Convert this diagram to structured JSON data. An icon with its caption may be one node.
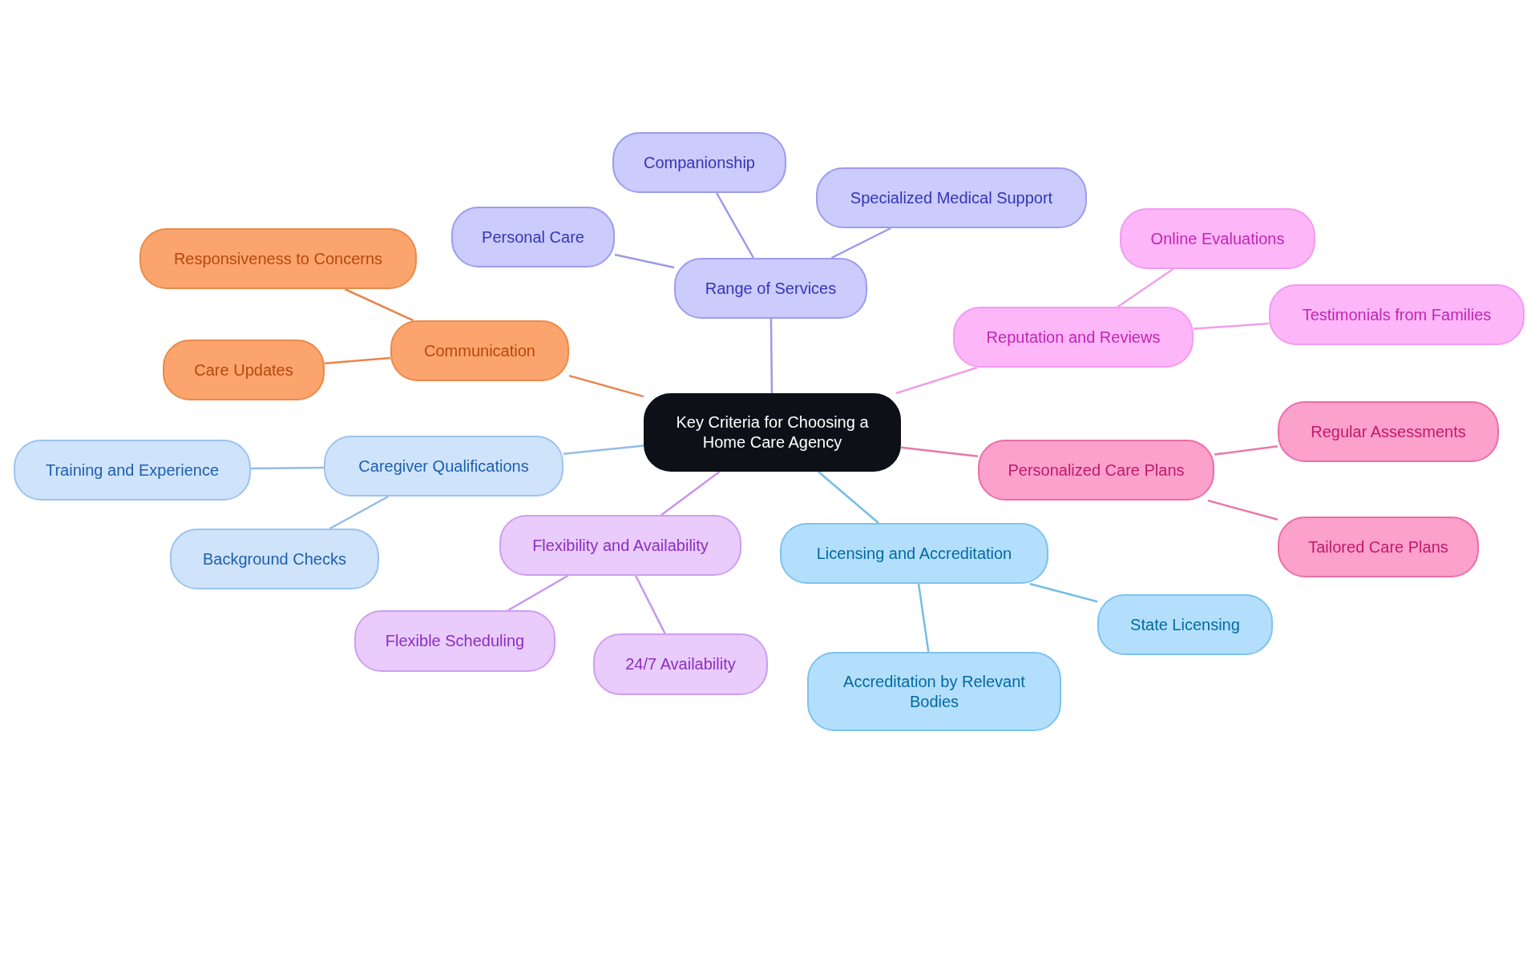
{
  "diagram": {
    "nodes": [
      {
        "text": [
          "Key Criteria for Choosing a Home Care Agency"
        ]
      },
      {
        "text": [
          "Range of Services"
        ]
      },
      {
        "text": [
          "Companionship"
        ]
      },
      {
        "text": [
          "Personal Care"
        ]
      },
      {
        "text": [
          "Specialized Medical Support"
        ]
      },
      {
        "text": [
          "Reputation and Reviews"
        ]
      },
      {
        "text": [
          "Online Evaluations"
        ]
      },
      {
        "text": [
          "Testimonials from Families"
        ]
      },
      {
        "text": [
          "Personalized Care Plans"
        ]
      },
      {
        "text": [
          "Regular Assessments"
        ]
      },
      {
        "text": [
          "Tailored Care Plans"
        ]
      },
      {
        "text": [
          "Licensing and Accreditation"
        ]
      },
      {
        "text": [
          "State Licensing"
        ]
      },
      {
        "text": [
          "Accreditation by Relevant Bodies"
        ]
      },
      {
        "text": [
          "Flexibility and Availability"
        ]
      },
      {
        "text": [
          "Flexible Scheduling"
        ]
      },
      {
        "text": [
          "24/7 Availability"
        ]
      },
      {
        "text": [
          "Caregiver Qualifications"
        ]
      },
      {
        "text": [
          "Training and Experience"
        ]
      },
      {
        "text": [
          "Background Checks"
        ]
      },
      {
        "text": [
          "Communication"
        ]
      },
      {
        "text": [
          "Responsiveness to Concerns"
        ]
      },
      {
        "text": [
          "Care Updates"
        ]
      }
    ],
    "edges": [
      {
        "from": 0,
        "to": 1,
        "arrow": "none",
        "color": "#9b9be8"
      },
      {
        "from": 1,
        "to": 2,
        "arrow": "none",
        "color": "#9b9be8"
      },
      {
        "from": 1,
        "to": 3,
        "arrow": "none",
        "color": "#9b9be8"
      },
      {
        "from": 1,
        "to": 4,
        "arrow": "none",
        "color": "#9b9be8"
      },
      {
        "from": 0,
        "to": 5,
        "arrow": "none",
        "color": "#f0a0e8"
      },
      {
        "from": 5,
        "to": 6,
        "arrow": "none",
        "color": "#f0a0e8"
      },
      {
        "from": 5,
        "to": 7,
        "arrow": "none",
        "color": "#f0a0e8"
      },
      {
        "from": 0,
        "to": 8,
        "arrow": "none",
        "color": "#e879a8"
      },
      {
        "from": 8,
        "to": 9,
        "arrow": "none",
        "color": "#e879a8"
      },
      {
        "from": 8,
        "to": 10,
        "arrow": "none",
        "color": "#e879a8"
      },
      {
        "from": 0,
        "to": 11,
        "arrow": "none",
        "color": "#76bde6"
      },
      {
        "from": 11,
        "to": 12,
        "arrow": "none",
        "color": "#76bde6"
      },
      {
        "from": 11,
        "to": 13,
        "arrow": "none",
        "color": "#76bde6"
      },
      {
        "from": 0,
        "to": 14,
        "arrow": "none",
        "color": "#c895ec"
      },
      {
        "from": 14,
        "to": 15,
        "arrow": "none",
        "color": "#c895ec"
      },
      {
        "from": 14,
        "to": 16,
        "arrow": "none",
        "color": "#c895ec"
      },
      {
        "from": 0,
        "to": 17,
        "arrow": "none",
        "color": "#93bbe8"
      },
      {
        "from": 17,
        "to": 18,
        "arrow": "none",
        "color": "#93bbe8"
      },
      {
        "from": 17,
        "to": 19,
        "arrow": "none",
        "color": "#93bbe8"
      },
      {
        "from": 0,
        "to": 20,
        "arrow": "none",
        "color": "#e8854a"
      },
      {
        "from": 20,
        "to": 21,
        "arrow": "none",
        "color": "#e8854a"
      },
      {
        "from": 20,
        "to": 22,
        "arrow": "none",
        "color": "#e8854a"
      }
    ]
  }
}
